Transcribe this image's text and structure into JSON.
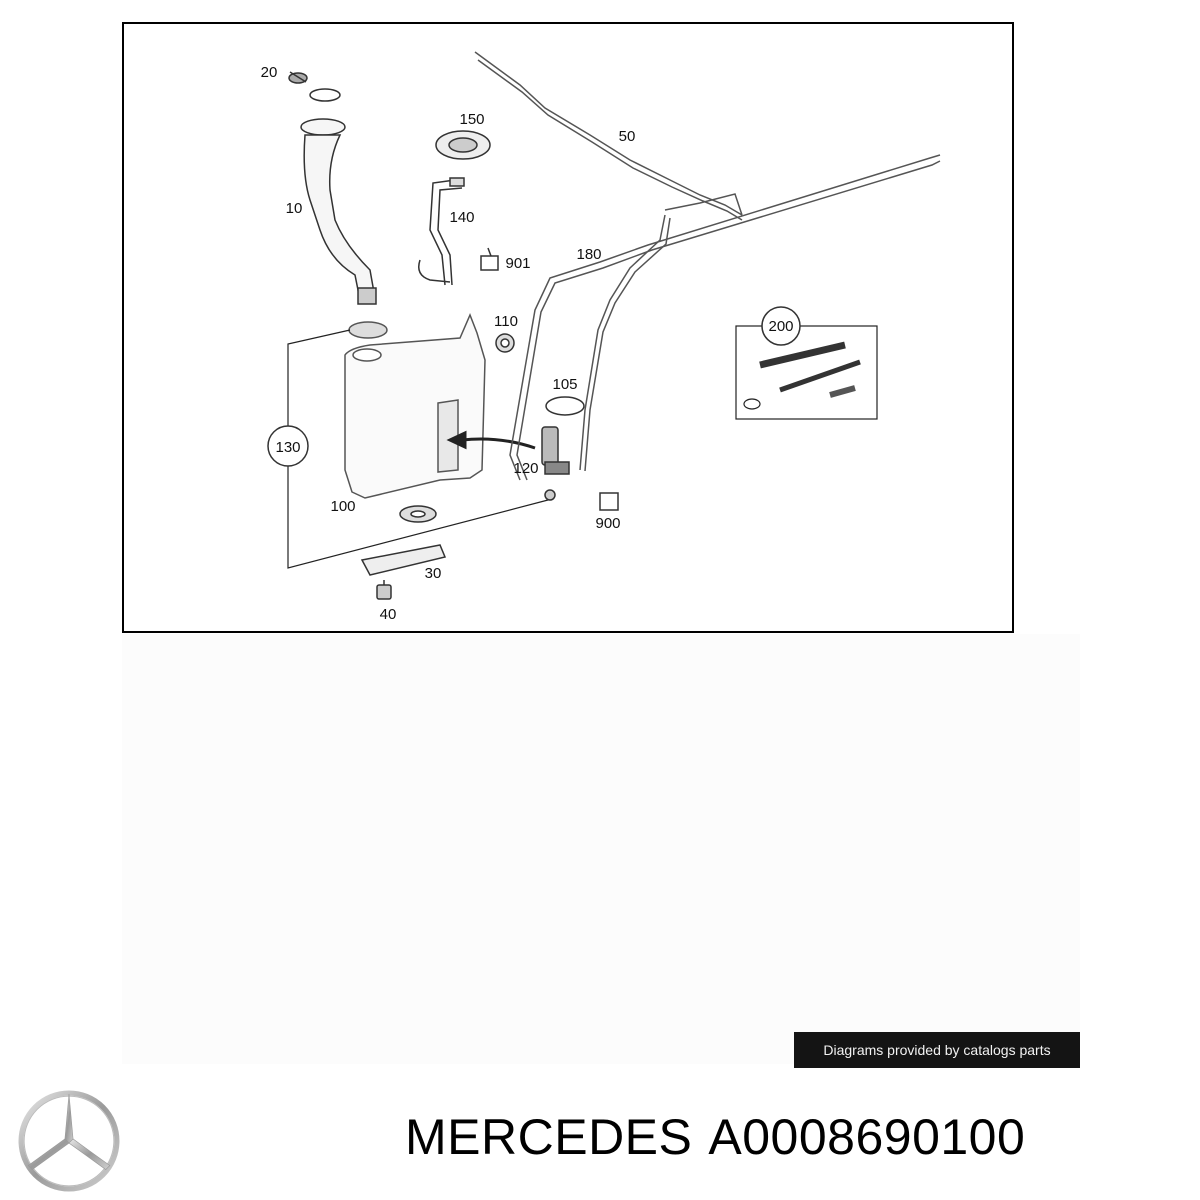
{
  "diagram": {
    "callouts": {
      "c10": "10",
      "c20": "20",
      "c30": "30",
      "c40": "40",
      "c50": "50",
      "c100": "100",
      "c105": "105",
      "c110": "110",
      "c120": "120",
      "c130": "130",
      "c140": "140",
      "c150": "150",
      "c180": "180",
      "c200": "200",
      "c900": "900",
      "c901": "901"
    }
  },
  "caption": "Diagrams provided by catalogs parts",
  "brand": "MERCEDES",
  "part_number": "A0008690100",
  "logo_icon": "mercedes-star-icon"
}
